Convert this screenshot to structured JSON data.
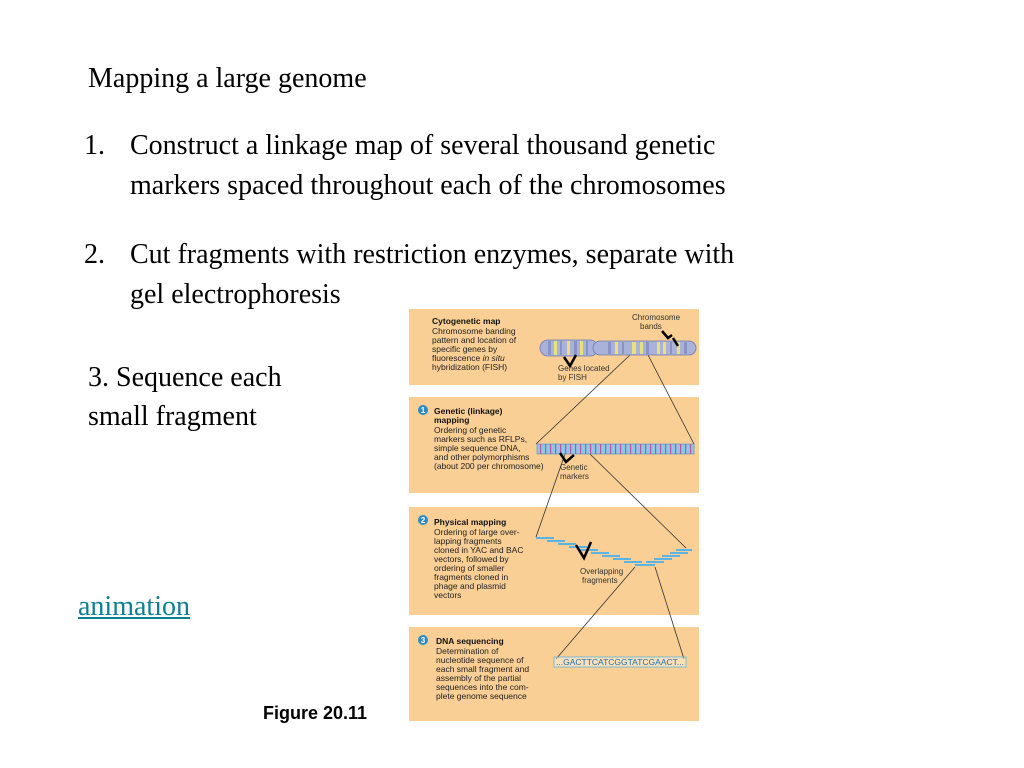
{
  "slide": {
    "title": "Mapping a large genome",
    "item1": {
      "number": "1.",
      "line1": "Construct a linkage map of several thousand genetic",
      "line2": "markers spaced throughout each of the chromosomes"
    },
    "item2": {
      "number": "2.",
      "line1": "Cut fragments with restriction enzymes, separate with",
      "line2": "gel electrophoresis"
    },
    "item3": {
      "line1": "3.  Sequence each",
      "line2": "small fragment"
    },
    "link": "animation",
    "figure_caption": "Figure 20.11"
  },
  "figure": {
    "cytogenetic": {
      "heading": "Cytogenetic map",
      "desc": [
        "Chromosome banding",
        "pattern and location of",
        "specific genes by",
        "fluorescence",
        "in situ",
        "hybridization (FISH)"
      ],
      "label_bands": [
        "Chromosome",
        "bands"
      ],
      "label_genes": [
        "Genes located",
        "by FISH"
      ]
    },
    "linkage": {
      "number": "1",
      "heading": [
        "Genetic (linkage)",
        "mapping"
      ],
      "desc": [
        "Ordering of genetic",
        "markers such as RFLPs,",
        "simple sequence DNA,",
        "and other polymorphisms",
        "(about 200 per chromosome)"
      ],
      "label": [
        "Genetic",
        "markers"
      ]
    },
    "physical": {
      "number": "2",
      "heading": "Physical mapping",
      "desc": [
        "Ordering of large over-",
        "lapping fragments",
        "cloned in YAC and BAC",
        "vectors, followed by",
        "ordering of smaller",
        "fragments cloned in",
        "phage and plasmid",
        "vectors"
      ],
      "label": [
        "Overlapping",
        "fragments"
      ]
    },
    "sequencing": {
      "number": "3",
      "heading": "DNA sequencing",
      "desc": [
        "Determination of",
        "nucleotide sequence of",
        "each small fragment and",
        "assembly of the partial",
        "sequences into the com-",
        "plete genome sequence"
      ],
      "sequence": "...GACTTCATCGGTATCGAACT..."
    },
    "colors": {
      "panel": "#f9cf95",
      "chromosome": "#a9b3d9",
      "marker_bar": "#8fc7e9",
      "fragment": "#5ab4e3",
      "badge": "#2b8ac6"
    }
  }
}
